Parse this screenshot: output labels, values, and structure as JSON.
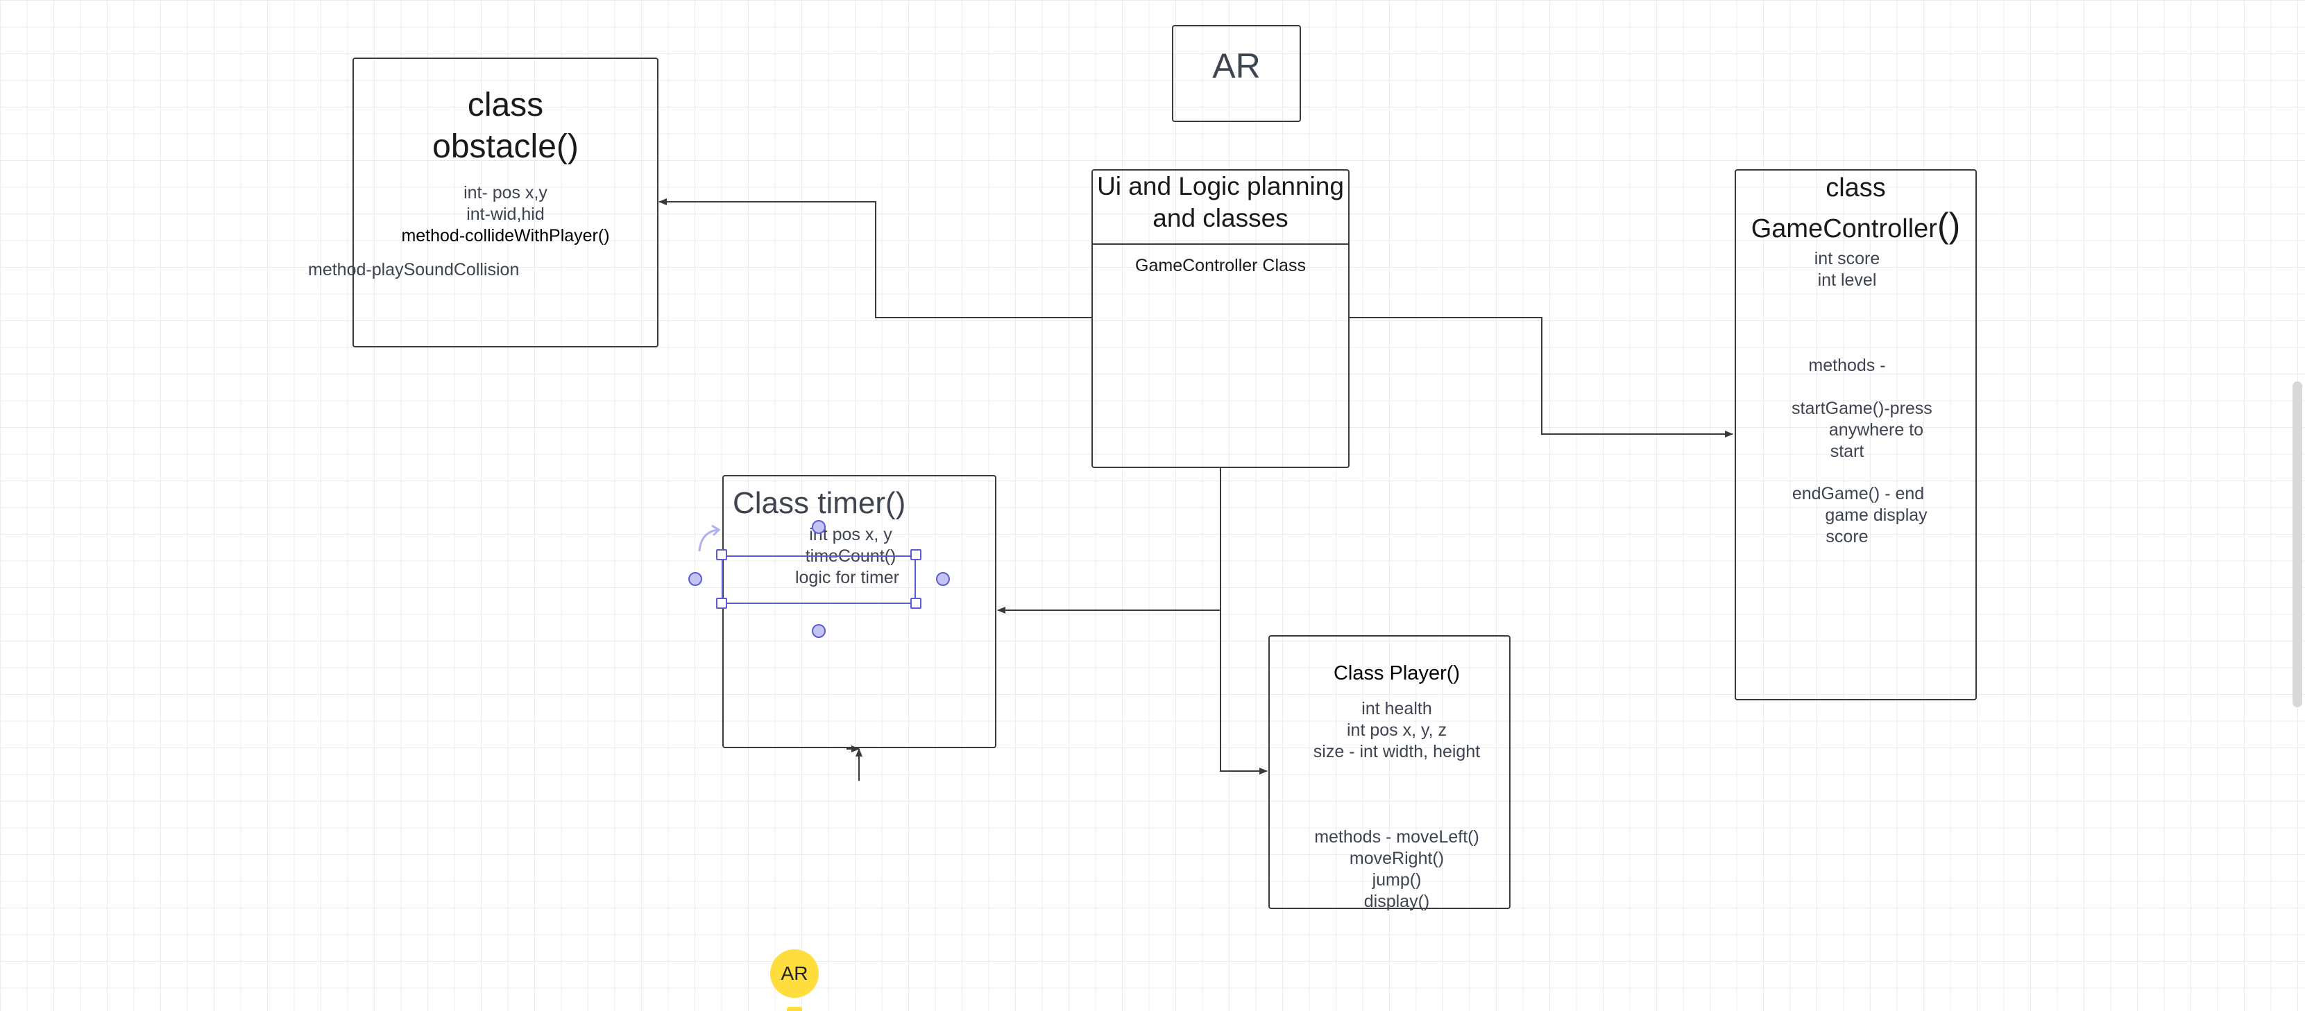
{
  "top_box": {
    "label": "AR"
  },
  "obstacle": {
    "title_line1": "class",
    "title_line2": "obstacle()",
    "line1": "int- pos x,y",
    "line2": "int-wid,hid",
    "line3": "method-collideWithPlayer()",
    "outside": "method-playSoundCollision"
  },
  "center": {
    "header_line1": "Ui and Logic planning",
    "header_line2": "and classes",
    "body": "GameController Class"
  },
  "game_controller": {
    "title_line1": "class",
    "title_line2": "GameController",
    "title_paren": "()",
    "line1": "int score",
    "line2": "int level",
    "methods": "methods -",
    "m1a": "startGame()-press",
    "m1b": "anywhere to",
    "m1c": "start",
    "m2a": "endGame() - end",
    "m2b": "game display",
    "m2c": "score"
  },
  "timer": {
    "title": "Class timer()",
    "line1": "int pos x, y",
    "line2": "timeCount()",
    "line3": "logic for timer"
  },
  "player": {
    "title": "Class Player()",
    "line1": "int health",
    "line2": "int pos x, y, z",
    "line3": "size - int width, height",
    "m1": "methods - moveLeft()",
    "m2": "moveRight()",
    "m3": "jump()",
    "m4": "display()"
  },
  "collaborator": {
    "initials": "AR"
  },
  "colors": {
    "accent": "#5b5bd6",
    "avatar": "#ffdd3d",
    "stroke": "#3a3a3a"
  }
}
